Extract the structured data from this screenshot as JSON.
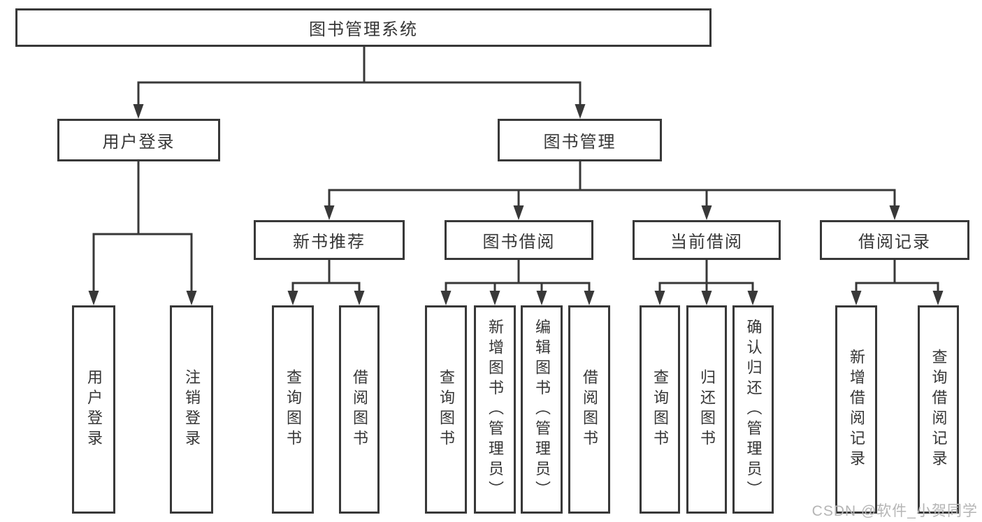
{
  "colors": {
    "line": "#383838",
    "text": "#363636",
    "watermark": "#b5b5b5",
    "background": "#ffffff"
  },
  "watermark": "CSDN @软件_小贺同学",
  "tree": {
    "root": {
      "label": "图书管理系统",
      "children": [
        {
          "label": "用户登录",
          "children": [
            {
              "label": "用户登录"
            },
            {
              "label": "注销登录"
            }
          ]
        },
        {
          "label": "图书管理",
          "children": [
            {
              "label": "新书推荐",
              "children": [
                {
                  "label": "查询图书"
                },
                {
                  "label": "借阅图书"
                }
              ]
            },
            {
              "label": "图书借阅",
              "children": [
                {
                  "label": "查询图书"
                },
                {
                  "label": "新增图书（管理员）"
                },
                {
                  "label": "编辑图书（管理员）"
                },
                {
                  "label": "借阅图书"
                }
              ]
            },
            {
              "label": "当前借阅",
              "children": [
                {
                  "label": "查询图书"
                },
                {
                  "label": "归还图书"
                },
                {
                  "label": "确认归还（管理员）"
                }
              ]
            },
            {
              "label": "借阅记录",
              "children": [
                {
                  "label": "新增借阅记录"
                },
                {
                  "label": "查询借阅记录"
                }
              ]
            }
          ]
        }
      ]
    }
  }
}
